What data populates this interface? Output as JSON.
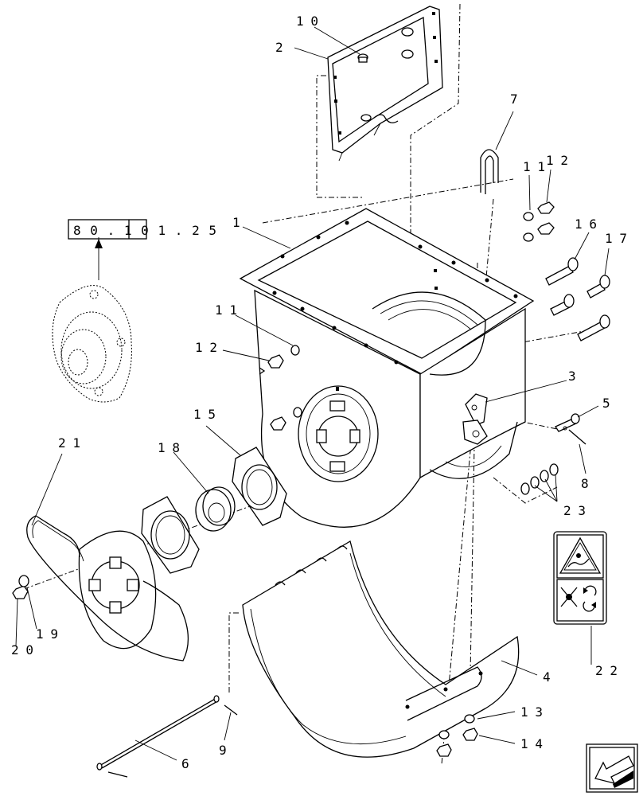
{
  "reference_box": "80.101.25",
  "callouts": {
    "c1": "1",
    "c2": "2",
    "c3": "3",
    "c4": "4",
    "c5": "5",
    "c6": "6",
    "c7": "7",
    "c8": "8",
    "c9": "9",
    "c10": "10",
    "c11a": "11",
    "c11b": "11",
    "c12a": "12",
    "c12b": "12",
    "c13": "13",
    "c14": "14",
    "c15": "15",
    "c16": "16",
    "c17": "17",
    "c18": "18",
    "c19": "19",
    "c20": "20",
    "c21": "21",
    "c22": "22",
    "c23": "23"
  },
  "icons": {
    "warning_decal": "entanglement-warning-icon",
    "instruction_decal": "no-rotate-instruction-icon",
    "nav_arrow": "next-page-arrow-icon"
  }
}
